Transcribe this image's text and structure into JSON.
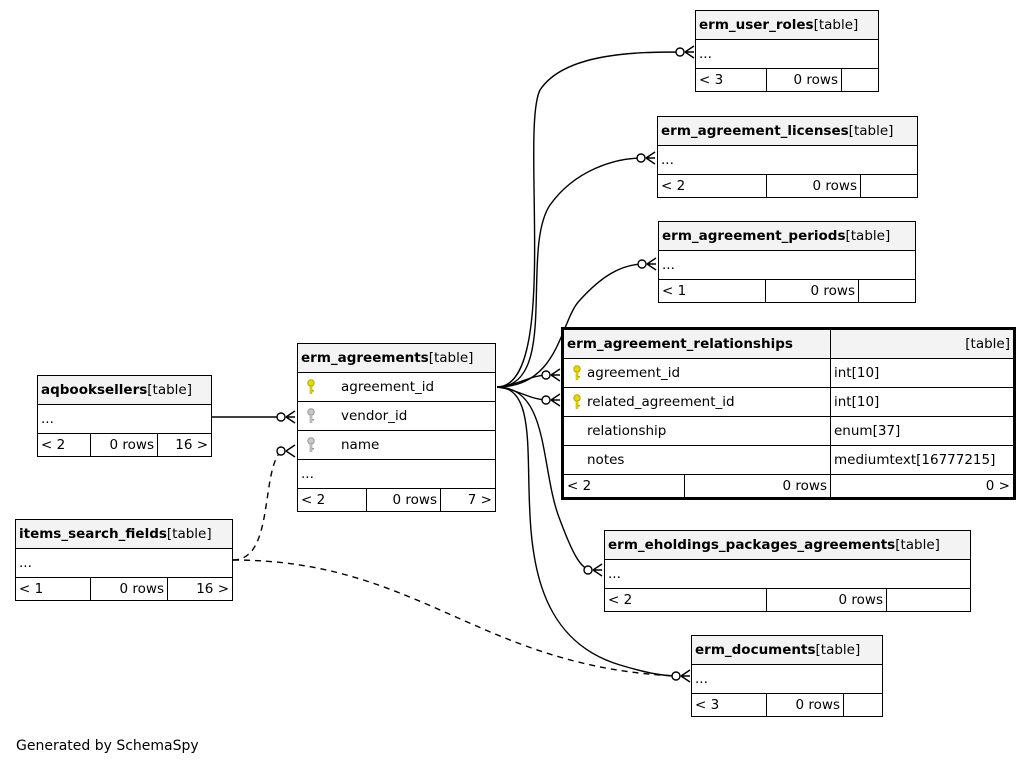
{
  "footer_note": "Generated by SchemaSpy",
  "tables": {
    "erm_user_roles": {
      "name": "erm_user_roles",
      "type": "[table]",
      "elided": "...",
      "parents": "< 3",
      "rows": "0 rows",
      "children": ""
    },
    "erm_agreement_licenses": {
      "name": "erm_agreement_licenses",
      "type": "[table]",
      "elided": "...",
      "parents": "< 2",
      "rows": "0 rows",
      "children": ""
    },
    "erm_agreement_periods": {
      "name": "erm_agreement_periods",
      "type": "[table]",
      "elided": "...",
      "parents": "< 1",
      "rows": "0 rows",
      "children": ""
    },
    "erm_agreement_relationships": {
      "name": "erm_agreement_relationships",
      "type": "[table]",
      "columns": [
        {
          "name": "agreement_id",
          "type": "int[10]",
          "key": "pk-fk"
        },
        {
          "name": "related_agreement_id",
          "type": "int[10]",
          "key": "pk-fk"
        },
        {
          "name": "relationship",
          "type": "enum[37]",
          "key": ""
        },
        {
          "name": "notes",
          "type": "mediumtext[16777215]",
          "key": ""
        }
      ],
      "parents": "< 2",
      "rows": "0 rows",
      "children": "0 >"
    },
    "erm_agreements": {
      "name": "erm_agreements",
      "type": "[table]",
      "columns": [
        {
          "name": "agreement_id",
          "key": "pk"
        },
        {
          "name": "vendor_id",
          "key": "fk"
        },
        {
          "name": "name",
          "key": "fk"
        }
      ],
      "elided": "...",
      "parents": "< 2",
      "rows": "0 rows",
      "children": "7 >"
    },
    "aqbooksellers": {
      "name": "aqbooksellers",
      "type": "[table]",
      "elided": "...",
      "parents": "< 2",
      "rows": "0 rows",
      "children": "16 >"
    },
    "items_search_fields": {
      "name": "items_search_fields",
      "type": "[table]",
      "elided": "...",
      "parents": "< 1",
      "rows": "0 rows",
      "children": "16 >"
    },
    "erm_eholdings_packages_agreements": {
      "name": "erm_eholdings_packages_agreements",
      "type": "[table]",
      "elided": "...",
      "parents": "< 2",
      "rows": "0 rows",
      "children": ""
    },
    "erm_documents": {
      "name": "erm_documents",
      "type": "[table]",
      "elided": "...",
      "parents": "< 3",
      "rows": "0 rows",
      "children": ""
    }
  }
}
